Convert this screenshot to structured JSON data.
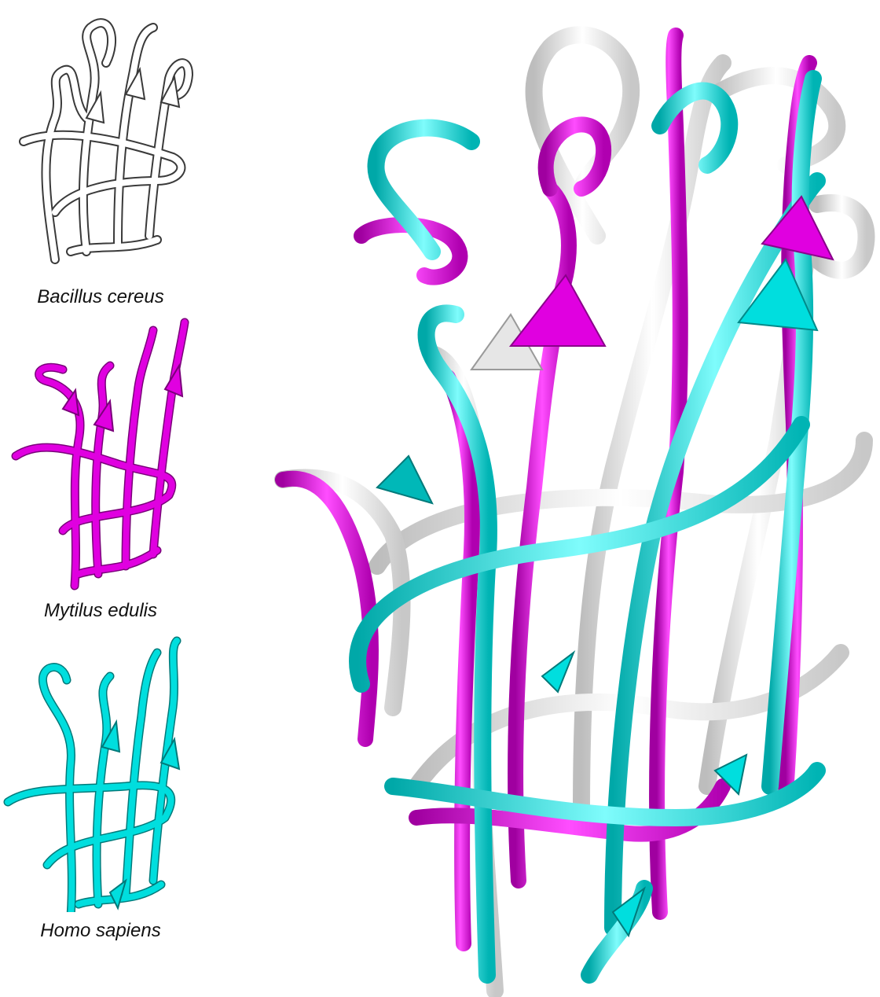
{
  "figure": {
    "structures": [
      {
        "species": "Bacillus cereus",
        "color": "#ffffff",
        "shade": "#d4d4d4",
        "outline": "#3a3a3a"
      },
      {
        "species": "Mytilus edulis",
        "color": "#e000e0",
        "shade": "#9c009c",
        "outline": "#7a007a"
      },
      {
        "species": "Homo sapiens",
        "color": "#00dede",
        "shade": "#009a9a",
        "outline": "#007a7a"
      }
    ],
    "overlay_colors": [
      "#e8e8e8",
      "#e000e0",
      "#00dede"
    ]
  }
}
